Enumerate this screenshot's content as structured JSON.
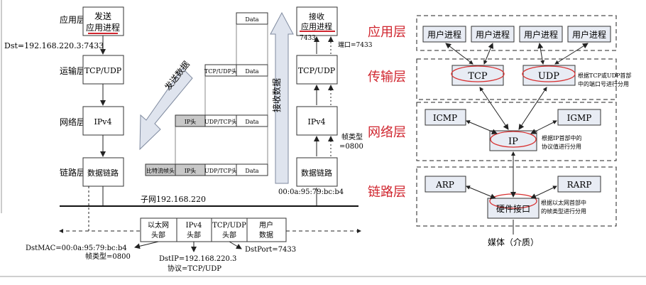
{
  "left": {
    "sender": {
      "app_line1": "发送",
      "app_line2": "应用进程",
      "transport": "TCP/UDP",
      "network": "IPv4",
      "link": "数据链路"
    },
    "receiver": {
      "app_line1": "接收",
      "app_line2": "应用进程",
      "transport": "TCP/UDP",
      "network": "IPv4",
      "link": "数据链路"
    },
    "layer_labels": {
      "app": "应用层",
      "transport": "运输层",
      "network": "网络层",
      "link": "链路层"
    },
    "dst_addr": "Dst=192.168.220.3:7433",
    "port_label": "7433",
    "port_annot": "端口=7433",
    "frame_type_line1": "帧类型",
    "frame_type_line2": "=0800",
    "receiver_mac": "00:0a:95:79:bc:b4",
    "subnet": "子网192.168.220",
    "arrow_send": "发送数据",
    "arrow_receive": "接收数据",
    "encap": {
      "data": "Data",
      "tcp_header": "TCP/UDP头",
      "ip_header": "IP头",
      "tcp_udp_header": "UDP/TCP头",
      "frame_header": "比特流帧头"
    },
    "frame": {
      "eth_line1": "以太网",
      "eth_line2": "头部",
      "ip_line1": "IPv4",
      "ip_line2": "头部",
      "tcp_line1": "TCP/UDP",
      "tcp_line2": "头部",
      "user_line1": "用户",
      "user_line2": "数据"
    },
    "dst_mac": "DstMAC=00:0a:95:79:bc:b4",
    "frame_type_val": "帧类型=0800",
    "dst_ip": "DstIP=192.168.220.3",
    "protocol": "协议=TCP/UDP",
    "dst_port": "DstPort=7433"
  },
  "right": {
    "layers": {
      "app": "应用层",
      "transport": "传输层",
      "network": "网络层",
      "link": "链路层"
    },
    "user_process": "用户进程",
    "tcp": "TCP",
    "udp": "UDP",
    "transport_note_line1": "根据TCP或UDP首部",
    "transport_note_line2": "中的端口号进行分用",
    "icmp": "ICMP",
    "igmp": "IGMP",
    "ip": "IP",
    "network_note_line1": "根据IP首部中的",
    "network_note_line2": "协议值进行分用",
    "arp": "ARP",
    "rarp": "RARP",
    "hw": "硬件接口",
    "link_note_line1": "根据以太网首部中",
    "link_note_line2": "的帧类型进行分用",
    "media": "媒体（介质）"
  },
  "colors": {
    "layer_red": "#d0262f",
    "box_fill": "#e8ecf4",
    "gray_fill": "#c8c8c8",
    "ellipse_red": "#d83030"
  }
}
